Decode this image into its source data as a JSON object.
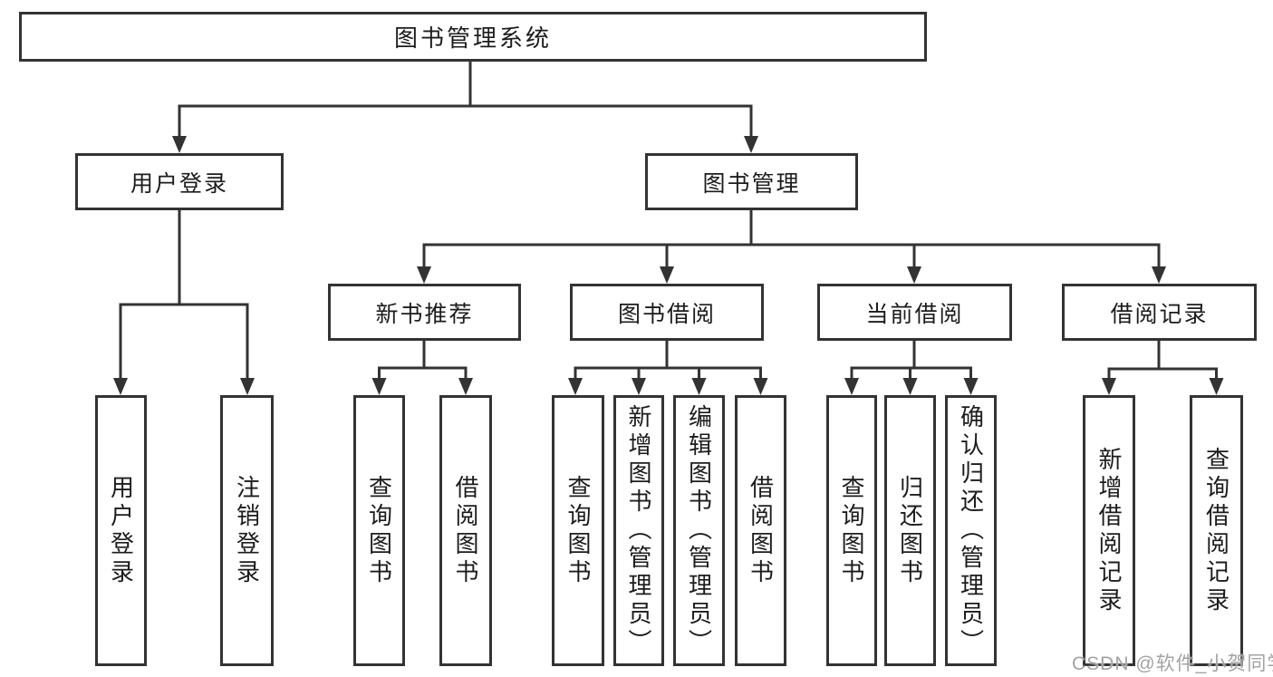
{
  "tree": {
    "label": "图书管理系统",
    "children": [
      {
        "label": "用户登录",
        "children": [
          {
            "label": "用户登录"
          },
          {
            "label": "注销登录"
          }
        ]
      },
      {
        "label": "图书管理",
        "children": [
          {
            "label": "新书推荐",
            "children": [
              {
                "label": "查询图书"
              },
              {
                "label": "借阅图书"
              }
            ]
          },
          {
            "label": "图书借阅",
            "children": [
              {
                "label": "查询图书"
              },
              {
                "label": "新增图书（管理员）"
              },
              {
                "label": "编辑图书（管理员）"
              },
              {
                "label": "借阅图书"
              }
            ]
          },
          {
            "label": "当前借阅",
            "children": [
              {
                "label": "查询图书"
              },
              {
                "label": "归还图书"
              },
              {
                "label": "确认归还（管理员）"
              }
            ]
          },
          {
            "label": "借阅记录",
            "children": [
              {
                "label": "新增借阅记录"
              },
              {
                "label": "查询借阅记录"
              }
            ]
          }
        ]
      }
    ]
  },
  "watermark": "CSDN @软件_小贺同学",
  "colors": {
    "line": "#333333",
    "text": "#1c1c1c",
    "background": "#ffffff",
    "watermark": "#a3a3a3"
  }
}
